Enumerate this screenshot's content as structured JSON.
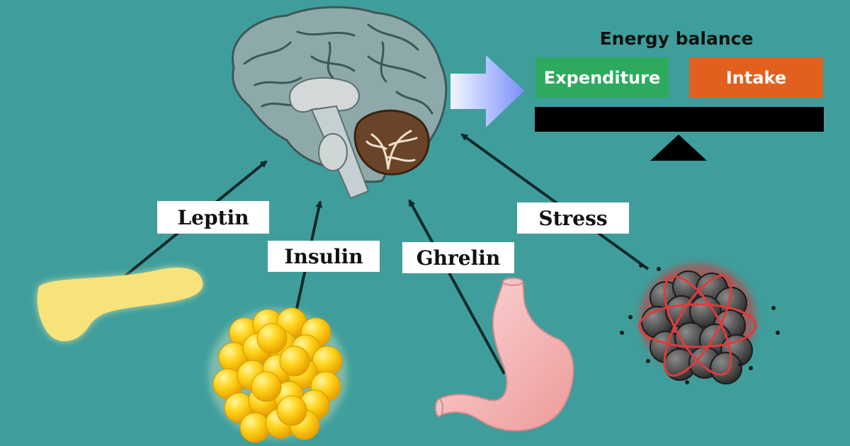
{
  "title": "Energy balance",
  "balance": {
    "expenditure": {
      "label": "Expenditure",
      "color": "#2eaa5e"
    },
    "intake": {
      "label": "Intake",
      "color": "#e2601e"
    }
  },
  "signals": [
    {
      "label": "Leptin",
      "source": "pancreas-icon"
    },
    {
      "label": "Insulin",
      "source": "fat-cells-icon"
    },
    {
      "label": "Ghrelin",
      "source": "stomach-icon"
    },
    {
      "label": "Stress",
      "source": "stress-ball-icon"
    }
  ],
  "colors": {
    "background": "#3f9e9c",
    "arrow": "#0f2a2a",
    "beam": "#000000"
  }
}
